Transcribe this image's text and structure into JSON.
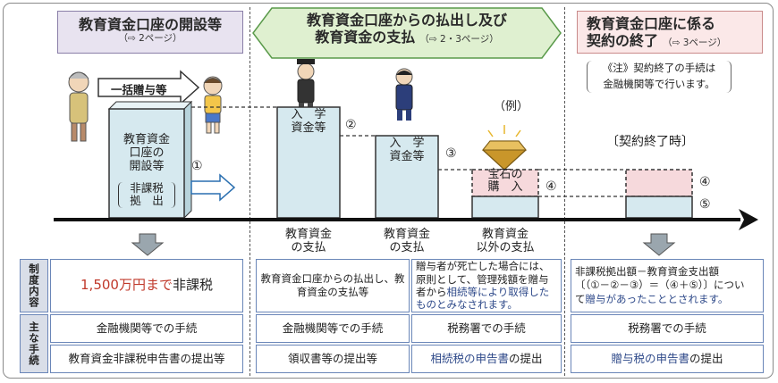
{
  "headers": {
    "col1": {
      "title": "教育資金口座の開設等",
      "sub": "（⇨ 2ページ）"
    },
    "col2": {
      "title_line1": "教育資金口座からの払出し及び",
      "title_line2": "教育資金の支払",
      "sub": "（⇨ 2・3ページ）"
    },
    "col3": {
      "title_line1": "教育資金口座に係る",
      "title_line2": "契約の終了",
      "sub": "（⇨ 3ページ）"
    }
  },
  "note": {
    "line1": "《注》契約終了の手続は",
    "line2": "金融機関等で行います。"
  },
  "diagram": {
    "gift_arrow_label": "一括贈与等",
    "account_box": {
      "line1": "教育資金",
      "line2": "口座の",
      "line3": "開設等",
      "tag_line1": "非課税",
      "tag_line2": "拠　出"
    },
    "enroll1": {
      "line1": "入　学",
      "line2": "資金等"
    },
    "enroll2": {
      "line1": "入　学",
      "line2": "資金等"
    },
    "example_label": "（例）",
    "jewel": {
      "line1": "宝石の",
      "line2": "購　入"
    },
    "contract_end": "〔契約終了時〕",
    "markers": [
      "①",
      "②",
      "③",
      "④",
      "④",
      "⑤"
    ],
    "axis_labels": [
      {
        "line1": "教育資金",
        "line2": "の支払"
      },
      {
        "line1": "教育資金",
        "line2": "の支払"
      },
      {
        "line1": "教育資金",
        "line2": "以外の支払"
      }
    ]
  },
  "table": {
    "row_headers": {
      "seido": "制度内容",
      "main": "主な手続"
    },
    "seido": {
      "col1_amount": "1,500万円まで",
      "col1_rest": "非課税",
      "col2a": "教育資金口座からの払出し、教育資金の支払等",
      "col2b_plain": "贈与者が死亡した場合には、原則として、管理残額を贈与者から",
      "col2b_blue": "相続等により取得したものとみなされます。",
      "col3_line1": "非課税拠出額－教育資金支出額",
      "col3_line2": "〔（①－②－③）＝（④＋⑤）〕につい",
      "col3_line3_plain": "て",
      "col3_line3_blue": "贈与があったこととされます。"
    },
    "proc1": {
      "col1": "金融機関等での手続",
      "col2a": "金融機関等での手続",
      "col2b": "税務署での手続",
      "col3": "税務署での手続"
    },
    "proc2": {
      "col1": "教育資金非課税申告書の提出等",
      "col2a": "領収書等の提出等",
      "col2b_blue": "相続税の申告書",
      "col2b_rest": "の提出",
      "col3_blue": "贈与税の申告書",
      "col3_rest": "の提出"
    }
  },
  "colors": {
    "header_green": "#dff0d0",
    "bar_blue": "#d6e9ef",
    "bar_pink": "#f6d9dc",
    "table_border": "#6a86b8",
    "accent_blue": "#2f4a8a",
    "accent_red": "#c0392b"
  }
}
